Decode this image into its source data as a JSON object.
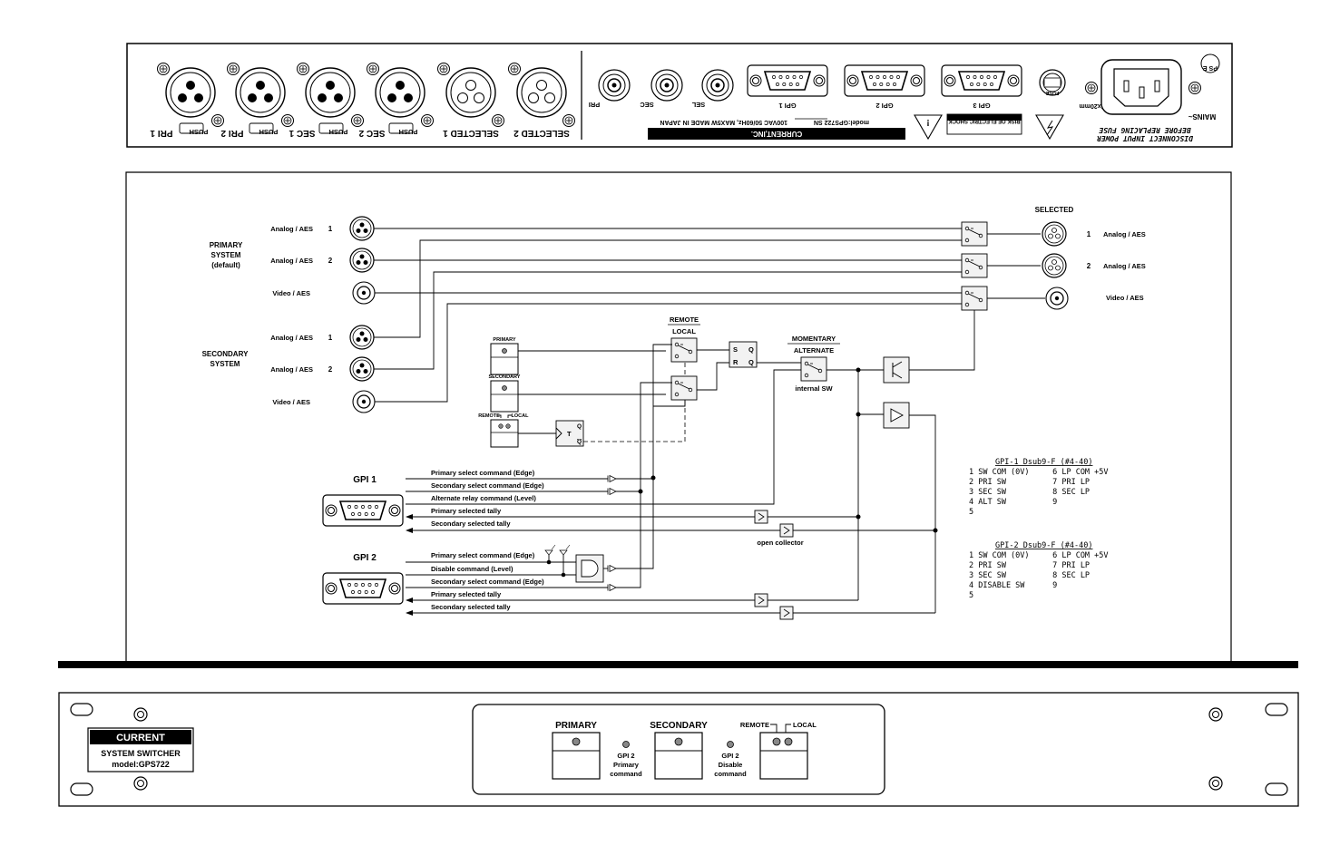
{
  "rear_panel": {
    "xlr_labels": [
      "PRI 1",
      "PRI 2",
      "SEC 1",
      "SEC 2",
      "SELECTED 1",
      "SELECTED 2"
    ],
    "push_label": "PUSH",
    "bnc_labels": [
      "PRI",
      "SEC",
      "SEL"
    ],
    "gpi_labels": [
      "GPI 1",
      "GPI 2",
      "GPI 3"
    ],
    "fuse_label": "FUSE",
    "fuse_rating": "Fuse=0.5A 5x20mm",
    "model_line": "model:GPS722 SN",
    "power_line": "100VAC 50/60Hz, MAX5W MADE IN JAPAN",
    "company": "CURRENT,INC.",
    "caution_title": "CAUTION",
    "caution_line1": "RISK OF ELECTRIC SHOCK",
    "caution_line2": "DO NOT OPEN",
    "mains": "MAINS~",
    "warn_line1": "DISCONNECT INPUT POWER",
    "warn_line2": "BEFORE REPLACING FUSE",
    "ps_mark": "PS E"
  },
  "diagram": {
    "primary_system": [
      "PRIMARY",
      "SYSTEM",
      "(default)"
    ],
    "secondary_system": [
      "SECONDARY",
      "SYSTEM"
    ],
    "input_types": [
      "Analog / AES",
      "Analog / AES",
      "Video / AES",
      "Analog / AES",
      "Analog / AES",
      "Video / AES"
    ],
    "input_numbers": [
      "1",
      "2",
      "1",
      "2"
    ],
    "selected_title": "SELECTED",
    "output_numbers": [
      "1",
      "2"
    ],
    "output_types": [
      "Analog / AES",
      "Analog / AES",
      "Video / AES"
    ],
    "btn_primary": "PRIMARY",
    "btn_secondary": "SECONDARY",
    "remote_small": "REMOTE",
    "local_small": "LOCAL",
    "remote_title": "REMOTE",
    "local_title": "LOCAL",
    "momentary": "MOMENTARY",
    "alternate": "ALTERNATE",
    "internal_sw": "internal SW",
    "sr_s": "S",
    "sr_r": "R",
    "sr_q1": "Q",
    "sr_q2": "Q",
    "t_label": "T",
    "t_q1": "Q",
    "t_q2": "Q",
    "gpi1_title": "GPI 1",
    "gpi2_title": "GPI 2",
    "gpi1_lines": [
      "Primary select command (Edge)",
      "Secondary select command (Edge)",
      "Alternate relay command (Level)",
      "Primary selected tally",
      "Secondary selected tally"
    ],
    "gpi2_lines": [
      "Primary select command (Edge)",
      "Disable command (Level)",
      "Secondary select command (Edge)",
      "Primary selected tally",
      "Secondary selected tally"
    ],
    "open_collector": "open collector",
    "pinout1_title": "GPI-1 Dsub9-F (#4-40)",
    "pinout1_rows": [
      "1 SW COM (0V)     6 LP COM +5V",
      "2 PRI SW          7 PRI LP",
      "3 SEC SW          8 SEC LP",
      "4 ALT SW          9",
      "5"
    ],
    "pinout2_title": "GPI-2 Dsub9-F (#4-40)",
    "pinout2_rows": [
      "1 SW COM (0V)     6 LP COM +5V",
      "2 PRI SW          7 PRI LP",
      "3 SEC SW          8 SEC LP",
      "4 DISABLE SW      9",
      "5"
    ]
  },
  "front_panel": {
    "brand": "CURRENT",
    "product": "SYSTEM SWITCHER",
    "model": "model:GPS722",
    "btn_primary": "PRIMARY",
    "btn_secondary": "SECONDARY",
    "remote": "REMOTE",
    "local": "LOCAL",
    "led1": [
      "GPI 2",
      "Primary",
      "command"
    ],
    "led2": [
      "GPI 2",
      "Disable",
      "command"
    ]
  }
}
